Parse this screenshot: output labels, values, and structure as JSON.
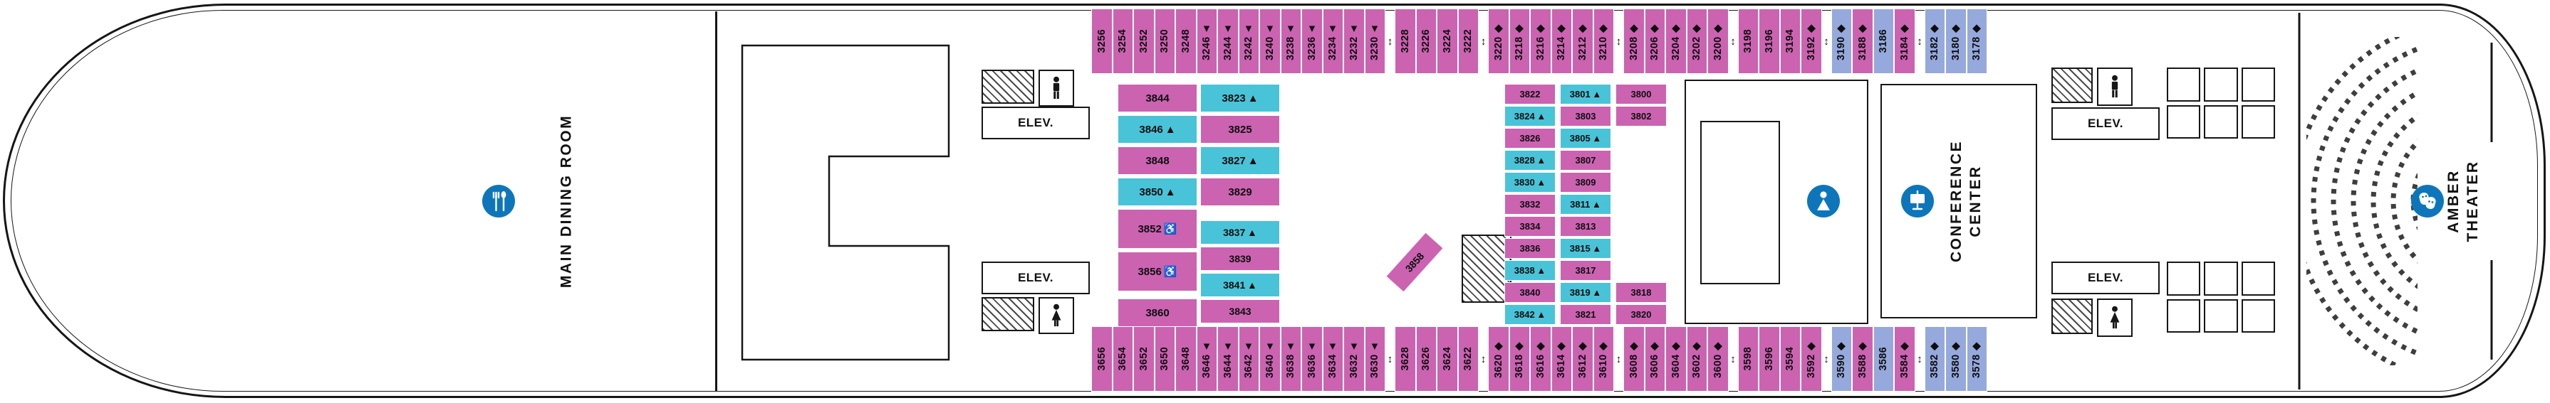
{
  "colors": {
    "p": "#cb63b1",
    "t": "#49c3d7",
    "b": "#96a9dc",
    "icon": "#0d76bb"
  },
  "glyphs": {
    "section_arrow": "↕"
  },
  "labels": {
    "main_dining_room": "MAIN DINING ROOM",
    "conference_line1": "CONFERENCE",
    "conference_line2": "CENTER",
    "theater_line1": "AMBER",
    "theater_line2": "THEATER",
    "elevator": "ELEV."
  },
  "icons": {
    "dining": "fork-and-spoon",
    "venue": "performer",
    "conference": "presentation-screen",
    "theater": "theater-masks",
    "restroom_men": "man-figure",
    "restroom_women": "woman-figure"
  },
  "cabins": {
    "top_row": [
      {
        "n": "3256",
        "c": "p"
      },
      {
        "n": "3254",
        "c": "p"
      },
      {
        "n": "3252",
        "c": "p"
      },
      {
        "n": "3250",
        "c": "p"
      },
      {
        "n": "3248",
        "c": "p"
      },
      {
        "n": "3246",
        "c": "p",
        "s": "▲"
      },
      {
        "n": "3244",
        "c": "p",
        "s": "▲"
      },
      {
        "n": "3242",
        "c": "p",
        "s": "▲"
      },
      {
        "n": "3240",
        "c": "p",
        "s": "▲"
      },
      {
        "n": "3238",
        "c": "p",
        "s": "▲"
      },
      {
        "n": "3236",
        "c": "p",
        "s": "▲"
      },
      {
        "n": "3234",
        "c": "p",
        "s": "▲"
      },
      {
        "n": "3232",
        "c": "p",
        "s": "▲"
      },
      {
        "n": "3230",
        "c": "p",
        "s": "▲"
      },
      {
        "a": 1
      },
      {
        "n": "3228",
        "c": "p"
      },
      {
        "n": "3226",
        "c": "p"
      },
      {
        "n": "3224",
        "c": "p"
      },
      {
        "n": "3222",
        "c": "p"
      },
      {
        "a": 1
      },
      {
        "n": "3220",
        "c": "p",
        "s": "◆"
      },
      {
        "n": "3218",
        "c": "p",
        "s": "◆"
      },
      {
        "n": "3216",
        "c": "p",
        "s": "◆"
      },
      {
        "n": "3214",
        "c": "p",
        "s": "◆"
      },
      {
        "n": "3212",
        "c": "p",
        "s": "◆"
      },
      {
        "n": "3210",
        "c": "p",
        "s": "◆"
      },
      {
        "a": 1
      },
      {
        "n": "3208",
        "c": "p",
        "s": "◆"
      },
      {
        "n": "3206",
        "c": "p",
        "s": "◆"
      },
      {
        "n": "3204",
        "c": "p",
        "s": "◆"
      },
      {
        "n": "3202",
        "c": "p",
        "s": "◆"
      },
      {
        "n": "3200",
        "c": "p",
        "s": "◆"
      },
      {
        "a": 1
      },
      {
        "n": "3198",
        "c": "p"
      },
      {
        "n": "3196",
        "c": "p"
      },
      {
        "n": "3194",
        "c": "p"
      },
      {
        "n": "3192",
        "c": "p",
        "s": "◆"
      },
      {
        "a": 1
      },
      {
        "n": "3190",
        "c": "b",
        "s": "◆"
      },
      {
        "n": "3188",
        "c": "p",
        "s": "◆"
      },
      {
        "n": "3186",
        "c": "b"
      },
      {
        "n": "3184",
        "c": "p",
        "s": "◆"
      },
      {
        "a": 1
      },
      {
        "n": "3182",
        "c": "b",
        "s": "◆"
      },
      {
        "n": "3180",
        "c": "b",
        "s": "◆"
      },
      {
        "n": "3178",
        "c": "b",
        "s": "◆"
      }
    ],
    "bottom_row": [
      {
        "n": "3656",
        "c": "p"
      },
      {
        "n": "3654",
        "c": "p"
      },
      {
        "n": "3652",
        "c": "p"
      },
      {
        "n": "3650",
        "c": "p"
      },
      {
        "n": "3648",
        "c": "p"
      },
      {
        "n": "3646",
        "c": "p",
        "s": "▲"
      },
      {
        "n": "3644",
        "c": "p",
        "s": "▲"
      },
      {
        "n": "3642",
        "c": "p",
        "s": "▲"
      },
      {
        "n": "3640",
        "c": "p",
        "s": "▲"
      },
      {
        "n": "3638",
        "c": "p",
        "s": "▲"
      },
      {
        "n": "3636",
        "c": "p",
        "s": "▲"
      },
      {
        "n": "3634",
        "c": "p",
        "s": "▲"
      },
      {
        "n": "3632",
        "c": "p",
        "s": "▲"
      },
      {
        "n": "3630",
        "c": "p",
        "s": "▲"
      },
      {
        "a": 1
      },
      {
        "n": "3628",
        "c": "p"
      },
      {
        "n": "3626",
        "c": "p"
      },
      {
        "n": "3624",
        "c": "p"
      },
      {
        "n": "3622",
        "c": "p"
      },
      {
        "a": 1
      },
      {
        "n": "3620",
        "c": "p",
        "s": "◆"
      },
      {
        "n": "3618",
        "c": "p",
        "s": "◆"
      },
      {
        "n": "3616",
        "c": "p",
        "s": "◆"
      },
      {
        "n": "3614",
        "c": "p",
        "s": "◆"
      },
      {
        "n": "3612",
        "c": "p",
        "s": "◆"
      },
      {
        "n": "3610",
        "c": "p",
        "s": "◆"
      },
      {
        "a": 1
      },
      {
        "n": "3608",
        "c": "p",
        "s": "◆"
      },
      {
        "n": "3606",
        "c": "p",
        "s": "◆"
      },
      {
        "n": "3604",
        "c": "p",
        "s": "◆"
      },
      {
        "n": "3602",
        "c": "p",
        "s": "◆"
      },
      {
        "n": "3600",
        "c": "p",
        "s": "◆"
      },
      {
        "a": 1
      },
      {
        "n": "3598",
        "c": "p"
      },
      {
        "n": "3596",
        "c": "p"
      },
      {
        "n": "3594",
        "c": "p"
      },
      {
        "n": "3592",
        "c": "p",
        "s": "◆"
      },
      {
        "a": 1
      },
      {
        "n": "3590",
        "c": "b",
        "s": "◆"
      },
      {
        "n": "3588",
        "c": "p",
        "s": "◆"
      },
      {
        "n": "3586",
        "c": "b"
      },
      {
        "n": "3584",
        "c": "p",
        "s": "◆"
      },
      {
        "a": 1
      },
      {
        "n": "3582",
        "c": "b",
        "s": "◆"
      },
      {
        "n": "3580",
        "c": "b",
        "s": "◆"
      },
      {
        "n": "3578",
        "c": "b",
        "s": "◆"
      }
    ],
    "col_a": [
      {
        "n": "3844",
        "c": "p"
      },
      {
        "n": "3846",
        "c": "t",
        "s": "▲"
      },
      {
        "n": "3848",
        "c": "p"
      },
      {
        "n": "3850",
        "c": "t",
        "s": "▲"
      },
      {
        "n": "3852",
        "c": "p",
        "s": "♿",
        "tall": 1
      },
      {
        "n": "3856",
        "c": "p",
        "s": "♿",
        "tall": 1
      }
    ],
    "c3860": [
      {
        "n": "3860",
        "c": "p"
      }
    ],
    "col_b_top": [
      {
        "n": "3823",
        "c": "t",
        "s": "▲"
      },
      {
        "n": "3825",
        "c": "p"
      },
      {
        "n": "3827",
        "c": "t",
        "s": "▲"
      },
      {
        "n": "3829",
        "c": "p"
      }
    ],
    "col_b_bottom": [
      {
        "n": "3837",
        "c": "t",
        "s": "▲"
      },
      {
        "n": "3839",
        "c": "p"
      },
      {
        "n": "3841",
        "c": "t",
        "s": "▲"
      },
      {
        "n": "3843",
        "c": "p"
      }
    ],
    "c3858": [
      {
        "n": "3858",
        "c": "p"
      }
    ],
    "col_c": [
      {
        "n": "3822",
        "c": "p"
      },
      {
        "n": "3824",
        "c": "t",
        "s": "▲"
      },
      {
        "n": "3826",
        "c": "p"
      },
      {
        "n": "3828",
        "c": "t",
        "s": "▲"
      },
      {
        "n": "3830",
        "c": "t",
        "s": "▲"
      },
      {
        "n": "3832",
        "c": "p"
      },
      {
        "n": "3834",
        "c": "p"
      },
      {
        "n": "3836",
        "c": "p"
      },
      {
        "n": "3838",
        "c": "t",
        "s": "▲"
      },
      {
        "n": "3840",
        "c": "p"
      },
      {
        "n": "3842",
        "c": "t",
        "s": "▲"
      }
    ],
    "col_d": [
      {
        "n": "3801",
        "c": "t",
        "s": "▲"
      },
      {
        "n": "3803",
        "c": "p"
      },
      {
        "n": "3805",
        "c": "t",
        "s": "▲"
      },
      {
        "n": "3807",
        "c": "p"
      },
      {
        "n": "3809",
        "c": "p"
      },
      {
        "n": "3811",
        "c": "t",
        "s": "▲"
      },
      {
        "n": "3813",
        "c": "p"
      },
      {
        "n": "3815",
        "c": "t",
        "s": "▲"
      },
      {
        "n": "3817",
        "c": "p"
      },
      {
        "n": "3819",
        "c": "t",
        "s": "▲"
      },
      {
        "n": "3821",
        "c": "p"
      }
    ],
    "col_e_top": [
      {
        "n": "3800",
        "c": "p"
      },
      {
        "n": "3802",
        "c": "p"
      }
    ],
    "col_e_bottom": [
      {
        "n": "3818",
        "c": "p"
      },
      {
        "n": "3820",
        "c": "p"
      }
    ]
  }
}
